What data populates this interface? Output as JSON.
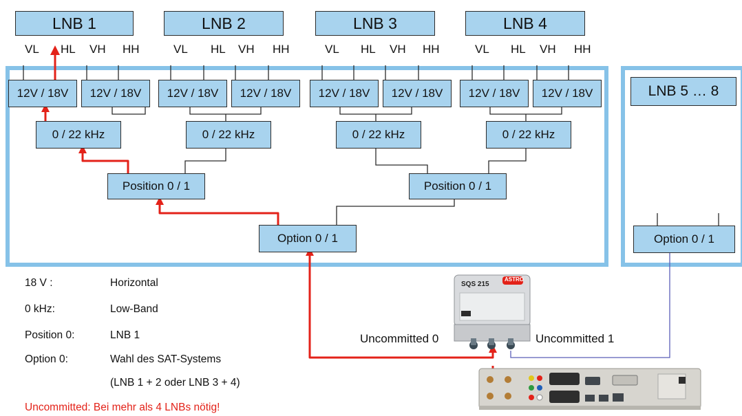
{
  "lnbs": [
    {
      "title": "LNB 1",
      "pols": [
        "VL",
        "HL",
        "VH",
        "HH"
      ]
    },
    {
      "title": "LNB 2",
      "pols": [
        "VL",
        "HL",
        "VH",
        "HH"
      ]
    },
    {
      "title": "LNB 3",
      "pols": [
        "VL",
        "HL",
        "VH",
        "HH"
      ]
    },
    {
      "title": "LNB 4",
      "pols": [
        "VL",
        "HL",
        "VH",
        "HH"
      ]
    }
  ],
  "voltage_label": "12V / 18V",
  "tone_label": "0 / 22 kHz",
  "position_label": "Position 0 / 1",
  "option_label": "Option 0 / 1",
  "lnb_group2": {
    "title": "LNB 5 … 8",
    "option_label": "Option 0 / 1"
  },
  "switch_device": {
    "model": "SQS 215",
    "brand": "ASTRO"
  },
  "ports": {
    "uncommitted_0": "Uncommitted 0",
    "uncommitted_1": "Uncommitted 1"
  },
  "legend": [
    {
      "key": "18 V :",
      "value": "Horizontal"
    },
    {
      "key": "0 kHz:",
      "value": "Low-Band"
    },
    {
      "key": "Position 0:",
      "value": "LNB 1"
    },
    {
      "key": "Option 0:",
      "value": "Wahl des SAT-Systems"
    },
    {
      "key": "",
      "value": "(LNB 1 + 2 oder LNB 3 + 4)"
    }
  ],
  "note": "Uncommitted: Bei mehr als 4 LNBs nötig!",
  "colors": {
    "box_fill": "#a8d3ee",
    "panel_border": "#86c2e8",
    "signal_path": "#e32219",
    "uncommitted_1_line": "#5a5fb8"
  }
}
